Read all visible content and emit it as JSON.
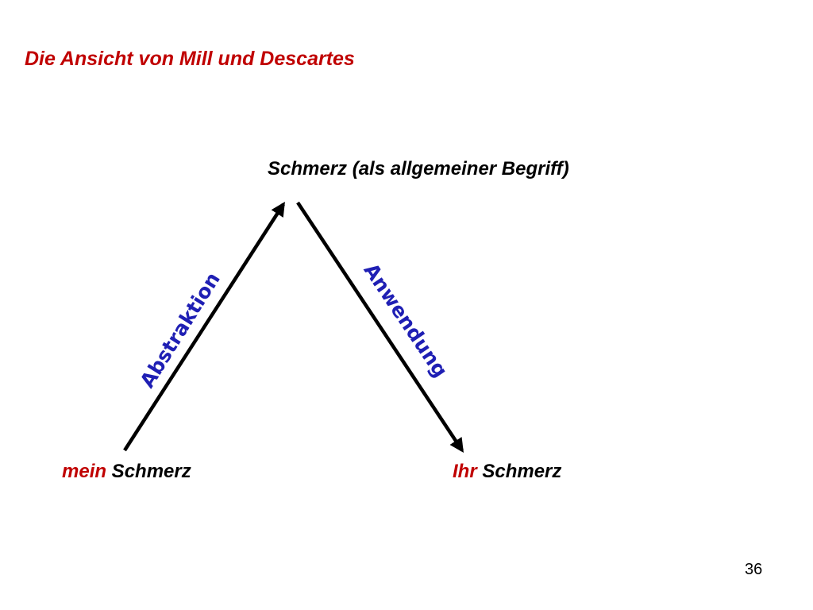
{
  "slide": {
    "title": "Die Ansicht von Mill und Descartes",
    "page_number": "36"
  },
  "diagram": {
    "top_node": "Schmerz (als allgemeiner Begriff)",
    "left_node": {
      "accent": "mein",
      "text": " Schmerz"
    },
    "right_node": {
      "accent": "Ihr",
      "text": " Schmerz"
    },
    "left_edge_label": "Abstraktion",
    "right_edge_label": "Anwendung",
    "colors": {
      "title": "#c00000",
      "accent": "#c00000",
      "edge_label": "#1f1fb4",
      "arrow": "#000000"
    }
  }
}
